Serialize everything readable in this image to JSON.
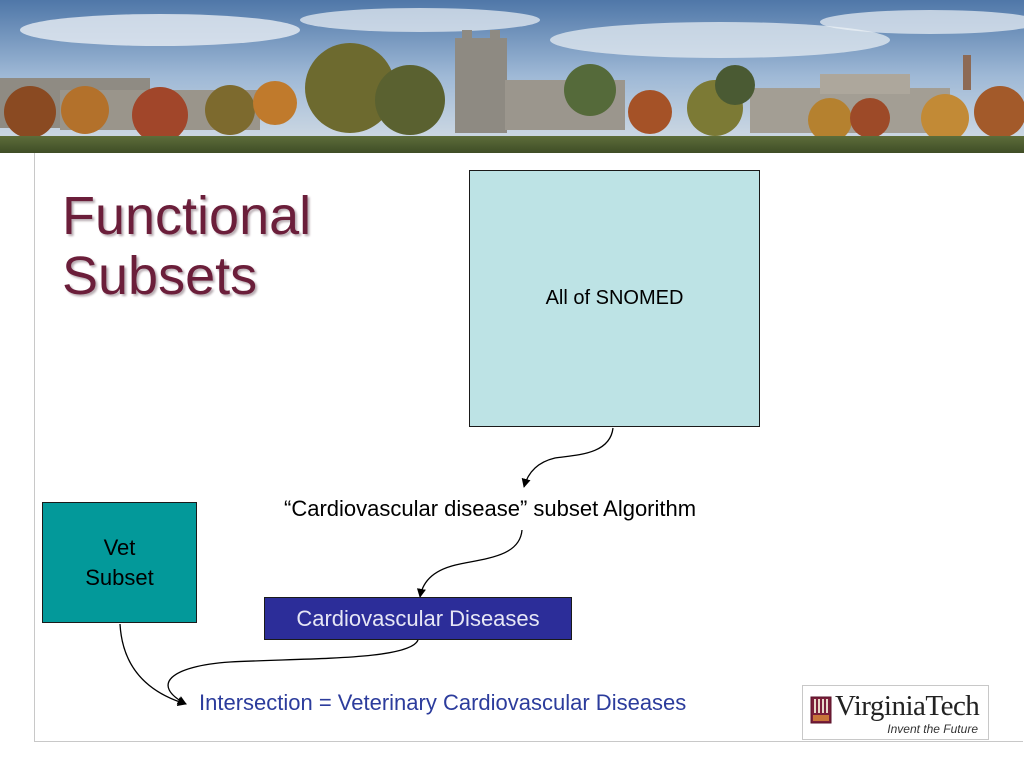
{
  "slide": {
    "title_line1": "Functional",
    "title_line2": "Subsets"
  },
  "diagram": {
    "snomed_box": "All of SNOMED",
    "algorithm_label": "“Cardiovascular disease” subset Algorithm",
    "vet_box": "Vet\nSubset",
    "cardio_box": "Cardiovascular Diseases",
    "intersection_label": "Intersection = Veterinary Cardiovascular Diseases"
  },
  "logo": {
    "wordmark": "VirginiaTech",
    "tagline": "Invent the Future"
  },
  "colors": {
    "title": "#6b1e3a",
    "snomed_fill": "#bde3e5",
    "vet_fill": "#03999a",
    "cardio_fill": "#2c2d99",
    "intersection_text": "#2c3c9c"
  }
}
